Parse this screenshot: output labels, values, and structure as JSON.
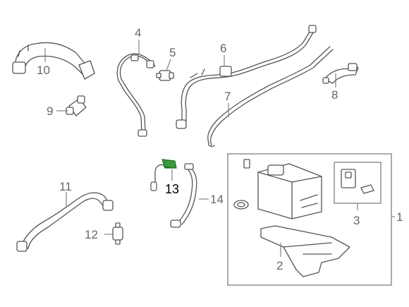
{
  "diagram": {
    "highlight_color": "#2e8b2e",
    "callouts": [
      {
        "id": "1",
        "label": "1"
      },
      {
        "id": "2",
        "label": "2"
      },
      {
        "id": "3",
        "label": "3"
      },
      {
        "id": "4",
        "label": "4"
      },
      {
        "id": "5",
        "label": "5"
      },
      {
        "id": "6",
        "label": "6"
      },
      {
        "id": "7",
        "label": "7"
      },
      {
        "id": "8",
        "label": "8"
      },
      {
        "id": "9",
        "label": "9"
      },
      {
        "id": "10",
        "label": "10"
      },
      {
        "id": "11",
        "label": "11"
      },
      {
        "id": "12",
        "label": "12"
      },
      {
        "id": "13",
        "label": "13",
        "highlighted": true
      },
      {
        "id": "14",
        "label": "14"
      }
    ]
  }
}
